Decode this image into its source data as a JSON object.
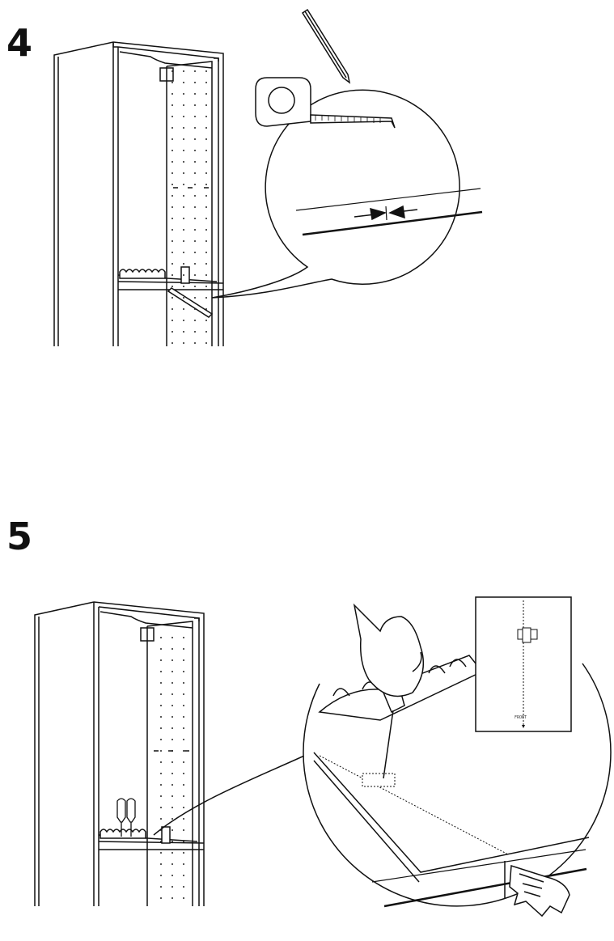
{
  "steps": [
    {
      "number": "4"
    },
    {
      "number": "5"
    }
  ],
  "inset": {
    "front_label": "FRONT"
  },
  "icons": [
    "pencil-icon",
    "tape-measure-icon",
    "screwdriver-icon",
    "awl-icon",
    "hand-icon",
    "arrow-icon"
  ]
}
